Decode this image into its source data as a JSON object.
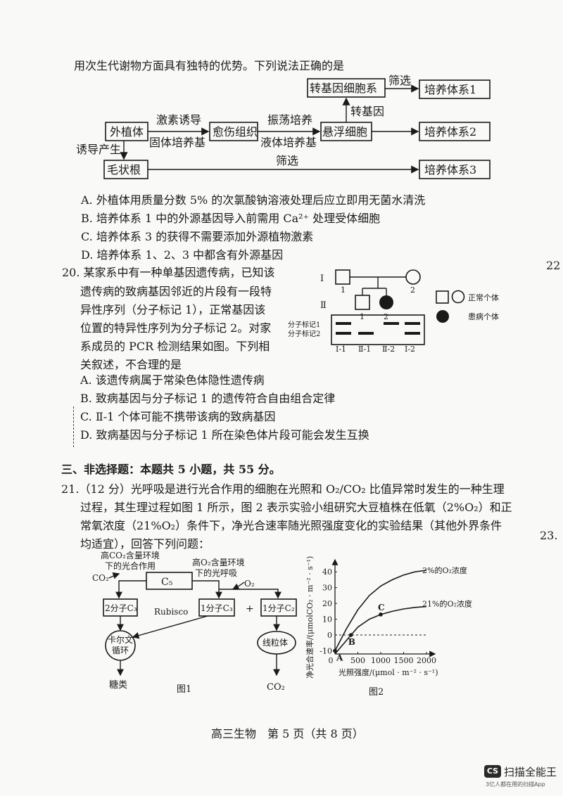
{
  "q19": {
    "intro": "用次生代谢物方面具有独特的优势。下列说法正确的是",
    "flow": {
      "explant": "外植体",
      "induce1": "激素诱导",
      "solid": "固体培养基",
      "callus": "愈伤组织",
      "shake": "振荡培养",
      "liquid": "液体培养基",
      "suspension": "悬浮细胞",
      "transgene": "转基因",
      "transgenic_cells": "转基因细胞系",
      "screen1": "筛选",
      "screen2": "筛选",
      "system1": "培养体系1",
      "system2": "培养体系2",
      "system3": "培养体系3",
      "induce2": "诱导产生",
      "hairy_root": "毛状根"
    },
    "options": [
      "A. 外植体用质量分数 5% 的次氯酸钠溶液处理后应立即用无菌水清洗",
      "B. 培养体系 1 中的外源基因导入前需用 Ca²⁺ 处理受体细胞",
      "C. 培养体系 3 的获得不需要添加外源植物激素",
      "D. 培养体系 1、2、3 中都含有外源基因"
    ]
  },
  "q20": {
    "lines": [
      "20. 某家系中有一种单基因遗传病，已知该",
      "遗传病的致病基因邻近的片段有一段特",
      "异性序列（分子标记 1），正常基因该",
      "位置的特异性序列为分子标记 2。对家",
      "系成员的 PCR 检测结果如图。下列相",
      "关叙述，不合理的是"
    ],
    "pedigree": {
      "gen1": "Ⅰ",
      "gen2": "Ⅱ",
      "i1": "1",
      "i2": "2",
      "ii1": "1",
      "ii2": "2",
      "legend_normal": "正常个体",
      "legend_affected": "患病个体",
      "marker1": "分子标记1",
      "marker2": "分子标记2",
      "lanes": [
        "Ⅰ-1",
        "Ⅱ-1",
        "Ⅱ-2",
        "Ⅰ-2"
      ]
    },
    "options": [
      "A. 该遗传病属于常染色体隐性遗传病",
      "B. 致病基因与分子标记 1 的遗传符合自由组合定律",
      "C. Ⅱ-1 个体可能不携带该病的致病基因",
      "D. 致病基因与分子标记 1 所在染色体片段可能会发生互换"
    ]
  },
  "section3": "三、非选择题：本题共 5 小题，共 55 分。",
  "q21": {
    "lines": [
      "21.（12 分）光呼吸是进行光合作用的细胞在光照和 O₂/CO₂ 比值异常时发生的一种生理",
      "过程，其生理过程如图 1 所示，图 2 表示实验小组研究大豆植株在低氧（2%O₂）和正",
      "常氧浓度（21%O₂）条件下，净光合速率随光照强度变化的实验结果（其他外界条件",
      "均适宜），回答下列问题："
    ],
    "fig1": {
      "high_co2_line1": "高CO₂含量环境",
      "high_co2_line2": "下的光合作用",
      "high_o2_line1": "高O₂含量环境",
      "high_o2_line2": "下的光呼吸",
      "co2": "CO₂",
      "o2": "O₂",
      "c5": "C₅",
      "two_c3": "2分子C₃",
      "rubisco": "Rubisco",
      "one_c3": "1分子C₃",
      "plus": "+",
      "one_c2": "1分子C₂",
      "calvin_line1": "卡尔文",
      "calvin_line2": "循环",
      "mito": "线粒体",
      "sugar": "糖类",
      "co2_out": "CO₂",
      "caption": "图1"
    },
    "fig2_caption": "图2"
  },
  "side_marks": {
    "n22": "22",
    "n23": "23."
  },
  "footer": "高三生物　第 5 页（共 8 页）",
  "watermark": {
    "badge": "CS",
    "title": "扫描全能王",
    "sub": "3亿人都在用的扫描App"
  },
  "chart_data": {
    "type": "line",
    "title": "",
    "xlabel": "光照强度/(μmol · m⁻² · s⁻¹)",
    "ylabel": "净光合速率/(μmolCO₂ · m⁻² · s⁻¹)",
    "xlim": [
      0,
      2000
    ],
    "ylim": [
      -12,
      45
    ],
    "xticks": [
      0,
      500,
      1000,
      1500,
      2000
    ],
    "yticks": [
      -10,
      0,
      10,
      20,
      30,
      40
    ],
    "grid": false,
    "series": [
      {
        "name": "2%的O₂浓度",
        "x": [
          0,
          250,
          500,
          750,
          1000,
          1250,
          1500,
          1750,
          2000
        ],
        "y": [
          -10,
          4,
          16,
          25,
          31,
          35,
          38,
          40,
          41
        ]
      },
      {
        "name": "21%的O₂浓度",
        "x": [
          0,
          350,
          500,
          750,
          1000,
          1250,
          1500,
          1750,
          2000
        ],
        "y": [
          -12,
          0,
          5,
          10,
          13,
          15,
          16.5,
          17.5,
          18
        ]
      }
    ],
    "points": [
      {
        "label": "A",
        "x": 0,
        "y": -10
      },
      {
        "label": "B",
        "x": 350,
        "y": 0
      },
      {
        "label": "C",
        "x": 1000,
        "y": 13
      }
    ]
  }
}
